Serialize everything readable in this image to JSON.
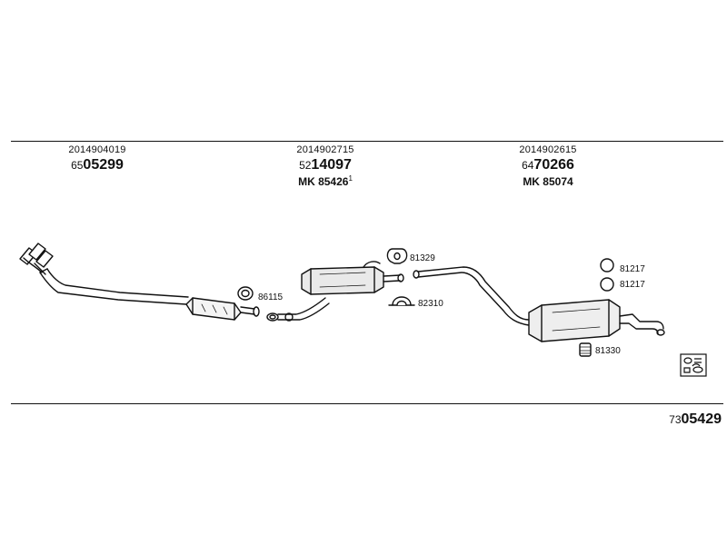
{
  "parts": [
    {
      "oe": "2014904019",
      "prefix": "65",
      "main": "05299",
      "mk": "",
      "mk_sup": ""
    },
    {
      "oe": "2014902715",
      "prefix": "52",
      "main": "14097",
      "mk": "MK  85426",
      "mk_sup": "1"
    },
    {
      "oe": "2014902615",
      "prefix": "64",
      "main": "70266",
      "mk": "MK  85074",
      "mk_sup": ""
    }
  ],
  "accessories": [
    "86115",
    "81329",
    "82310",
    "81217",
    "81217",
    "81330"
  ],
  "set_number": {
    "prefix": "73",
    "main": "05429"
  },
  "icons": {
    "set": "kit-set-icon"
  }
}
